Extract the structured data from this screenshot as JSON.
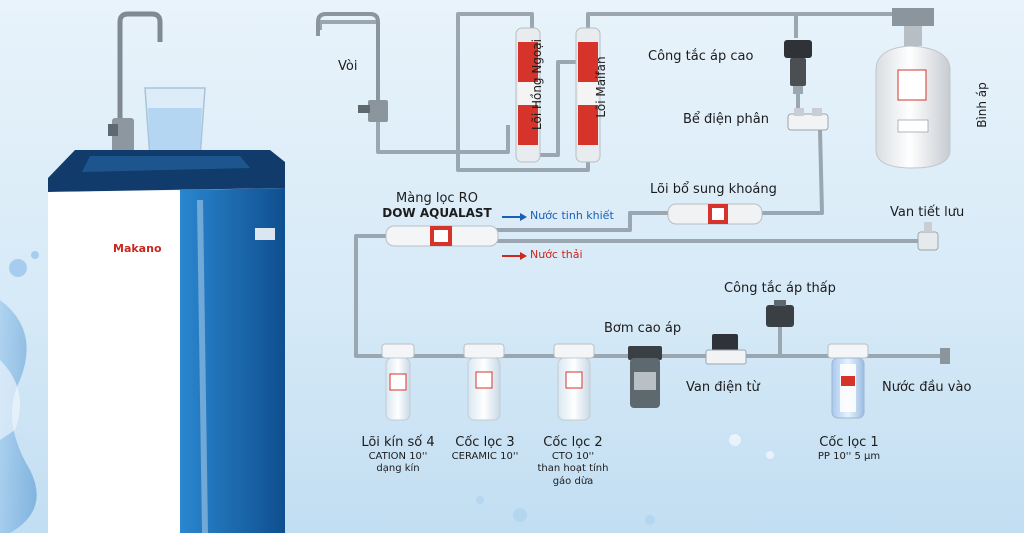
{
  "labels": {
    "voi": "Vòi",
    "loi_hong_ngoai": "Lõi Hồng Ngoại",
    "loi_maifan": "Lõi Maifan",
    "cong_tac_ap_cao": "Công tắc áp cao",
    "be_dien_phan": "Bể điện phân",
    "binh_ap": "Bình áp",
    "mang_loc_ro_1": "Màng lọc RO",
    "mang_loc_ro_2": "DOW AQUALAST",
    "nuoc_tinh_khiet": "Nước tinh khiết",
    "nuoc_thai": "Nước thải",
    "loi_bo_sung_khoang": "Lõi bổ sung khoáng",
    "van_tiet_luu": "Van tiết lưu",
    "cong_tac_ap_thap": "Công tắc áp thấp",
    "bom_cao_ap": "Bơm cao áp",
    "van_dien_tu": "Van điện từ",
    "nuoc_dau_vao": "Nước đầu vào",
    "loi_kin_so4": "Lõi kín số 4",
    "loi_kin_so4_sub1": "CATION 10''",
    "loi_kin_so4_sub2": "dạng kín",
    "coc_loc_3": "Cốc lọc 3",
    "coc_loc_3_sub": "CERAMIC 10''",
    "coc_loc_2": "Cốc lọc 2",
    "coc_loc_2_sub1": "CTO 10''",
    "coc_loc_2_sub2": "than hoạt tính",
    "coc_loc_2_sub3": "gáo dừa",
    "coc_loc_1": "Cốc lọc 1",
    "coc_loc_1_sub": "PP 10'' 5 µm",
    "brand": "Makano"
  },
  "colors": {
    "pipe": "#9aa6b0",
    "pure_water_arrow": "#1a5fb4",
    "waste_water_arrow": "#c8281e",
    "cartridge_red": "#d6332a",
    "machine_blue": "#1d6fb8",
    "machine_top": "#103b6b"
  }
}
